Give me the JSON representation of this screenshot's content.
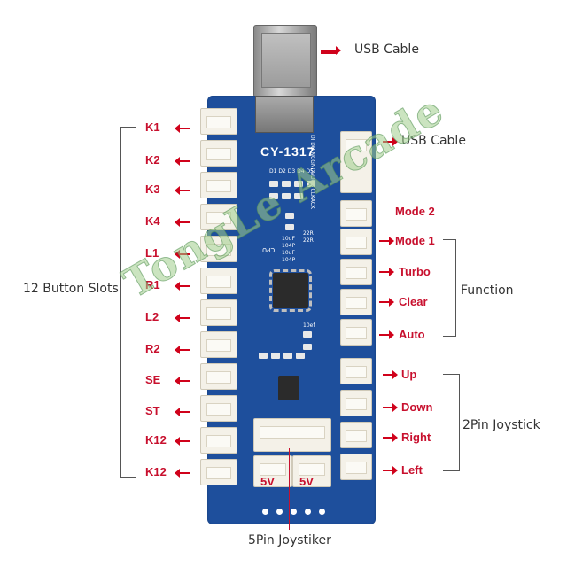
{
  "board_label": "CY-1317",
  "watermark": "TongLe Arcade",
  "left_labels": [
    "K1",
    "K2",
    "K3",
    "K4",
    "L1",
    "R1",
    "L2",
    "R2",
    "SE",
    "ST",
    "K12",
    "K12"
  ],
  "left_group": "12 Button Slots",
  "right_top_usb": "USB Cable",
  "right_usb2": "USB Cable",
  "function_labels": [
    "Mode 2",
    "Mode 1",
    "Turbo",
    "Clear",
    "Auto"
  ],
  "function_group": "Function",
  "joystick_labels": [
    "Up",
    "Down",
    "Right",
    "Left"
  ],
  "joystick_group": "2Pin Joystick",
  "bottom_5v_labels": [
    "5V",
    "5V"
  ],
  "bottom_caption": "5Pin Joystiker",
  "silkscreen": {
    "pins_header": "DI DO NCGNDVDCS CLKACK",
    "d_labels": [
      "D1",
      "D2",
      "D3",
      "D4",
      "D5"
    ],
    "values": [
      "10uF",
      "104P",
      "10uF",
      "104P"
    ],
    "values2": [
      "22R",
      "22R"
    ],
    "cpu": "CPU",
    "cap": "10ef"
  },
  "colors": {
    "board": "#1e4f9c",
    "accent_red": "#c8102e",
    "connector": "#f4f1e8"
  }
}
